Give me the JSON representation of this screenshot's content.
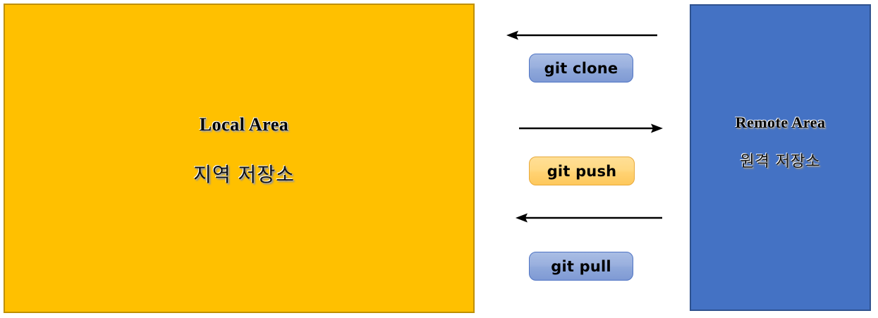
{
  "diagram": {
    "title_hint": "git local and remote repository flow",
    "background_color": "#FFFFFF",
    "local": {
      "title_en": "Local Area",
      "title_ko": "지역 저장소",
      "fill_color": "#FFC000",
      "border_color": "#BF9000"
    },
    "remote": {
      "title_en": "Remote Area",
      "title_ko": "원격 저장소",
      "fill_color": "#4472C4",
      "border_color": "#2F528F"
    },
    "flows": [
      {
        "label": "git clone",
        "direction": "remote-to-local",
        "arrow_points": "left",
        "badge_color": "#9ab0de",
        "badge_border": "#4F74C4"
      },
      {
        "label": "git push",
        "direction": "local-to-remote",
        "arrow_points": "right",
        "badge_color": "#FFD273",
        "badge_border": "#E8A93B"
      },
      {
        "label": "git pull",
        "direction": "remote-to-local",
        "arrow_points": "left",
        "badge_color": "#9ab0de",
        "badge_border": "#4F74C4"
      }
    ],
    "arrow_color": "#000000"
  }
}
